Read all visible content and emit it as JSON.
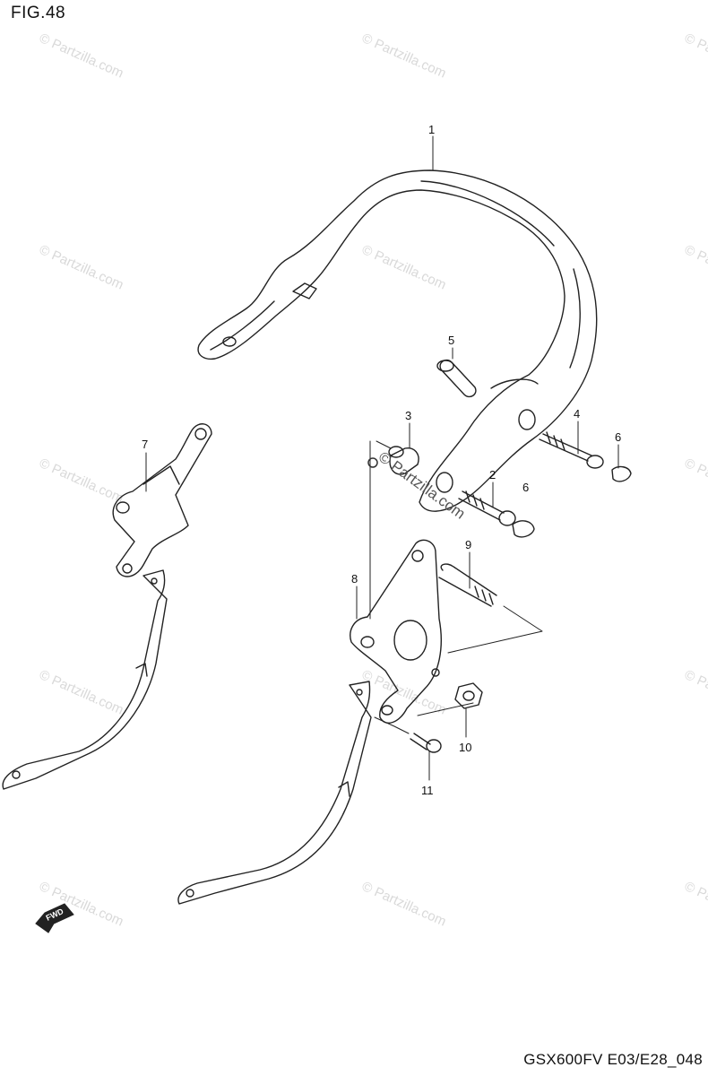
{
  "figure": {
    "title": "FIG.48",
    "code": "GSX600FV E03/E28_048"
  },
  "watermark": {
    "text": "© Partzilla.com",
    "center_text": "© Partzilla.com"
  },
  "fwd_label": "FWD",
  "callouts": [
    {
      "number": "1",
      "part": "pillion-rider-handle"
    },
    {
      "number": "2",
      "part": "bolt"
    },
    {
      "number": "3",
      "part": "cushion"
    },
    {
      "number": "4",
      "part": "bolt"
    },
    {
      "number": "5",
      "part": "cushion"
    },
    {
      "number": "6",
      "part": "cap"
    },
    {
      "number": "6",
      "part": "cap"
    },
    {
      "number": "7",
      "part": "bracket-left"
    },
    {
      "number": "8",
      "part": "bracket-right"
    },
    {
      "number": "9",
      "part": "bolt"
    },
    {
      "number": "10",
      "part": "nut"
    },
    {
      "number": "11",
      "part": "screw"
    }
  ]
}
